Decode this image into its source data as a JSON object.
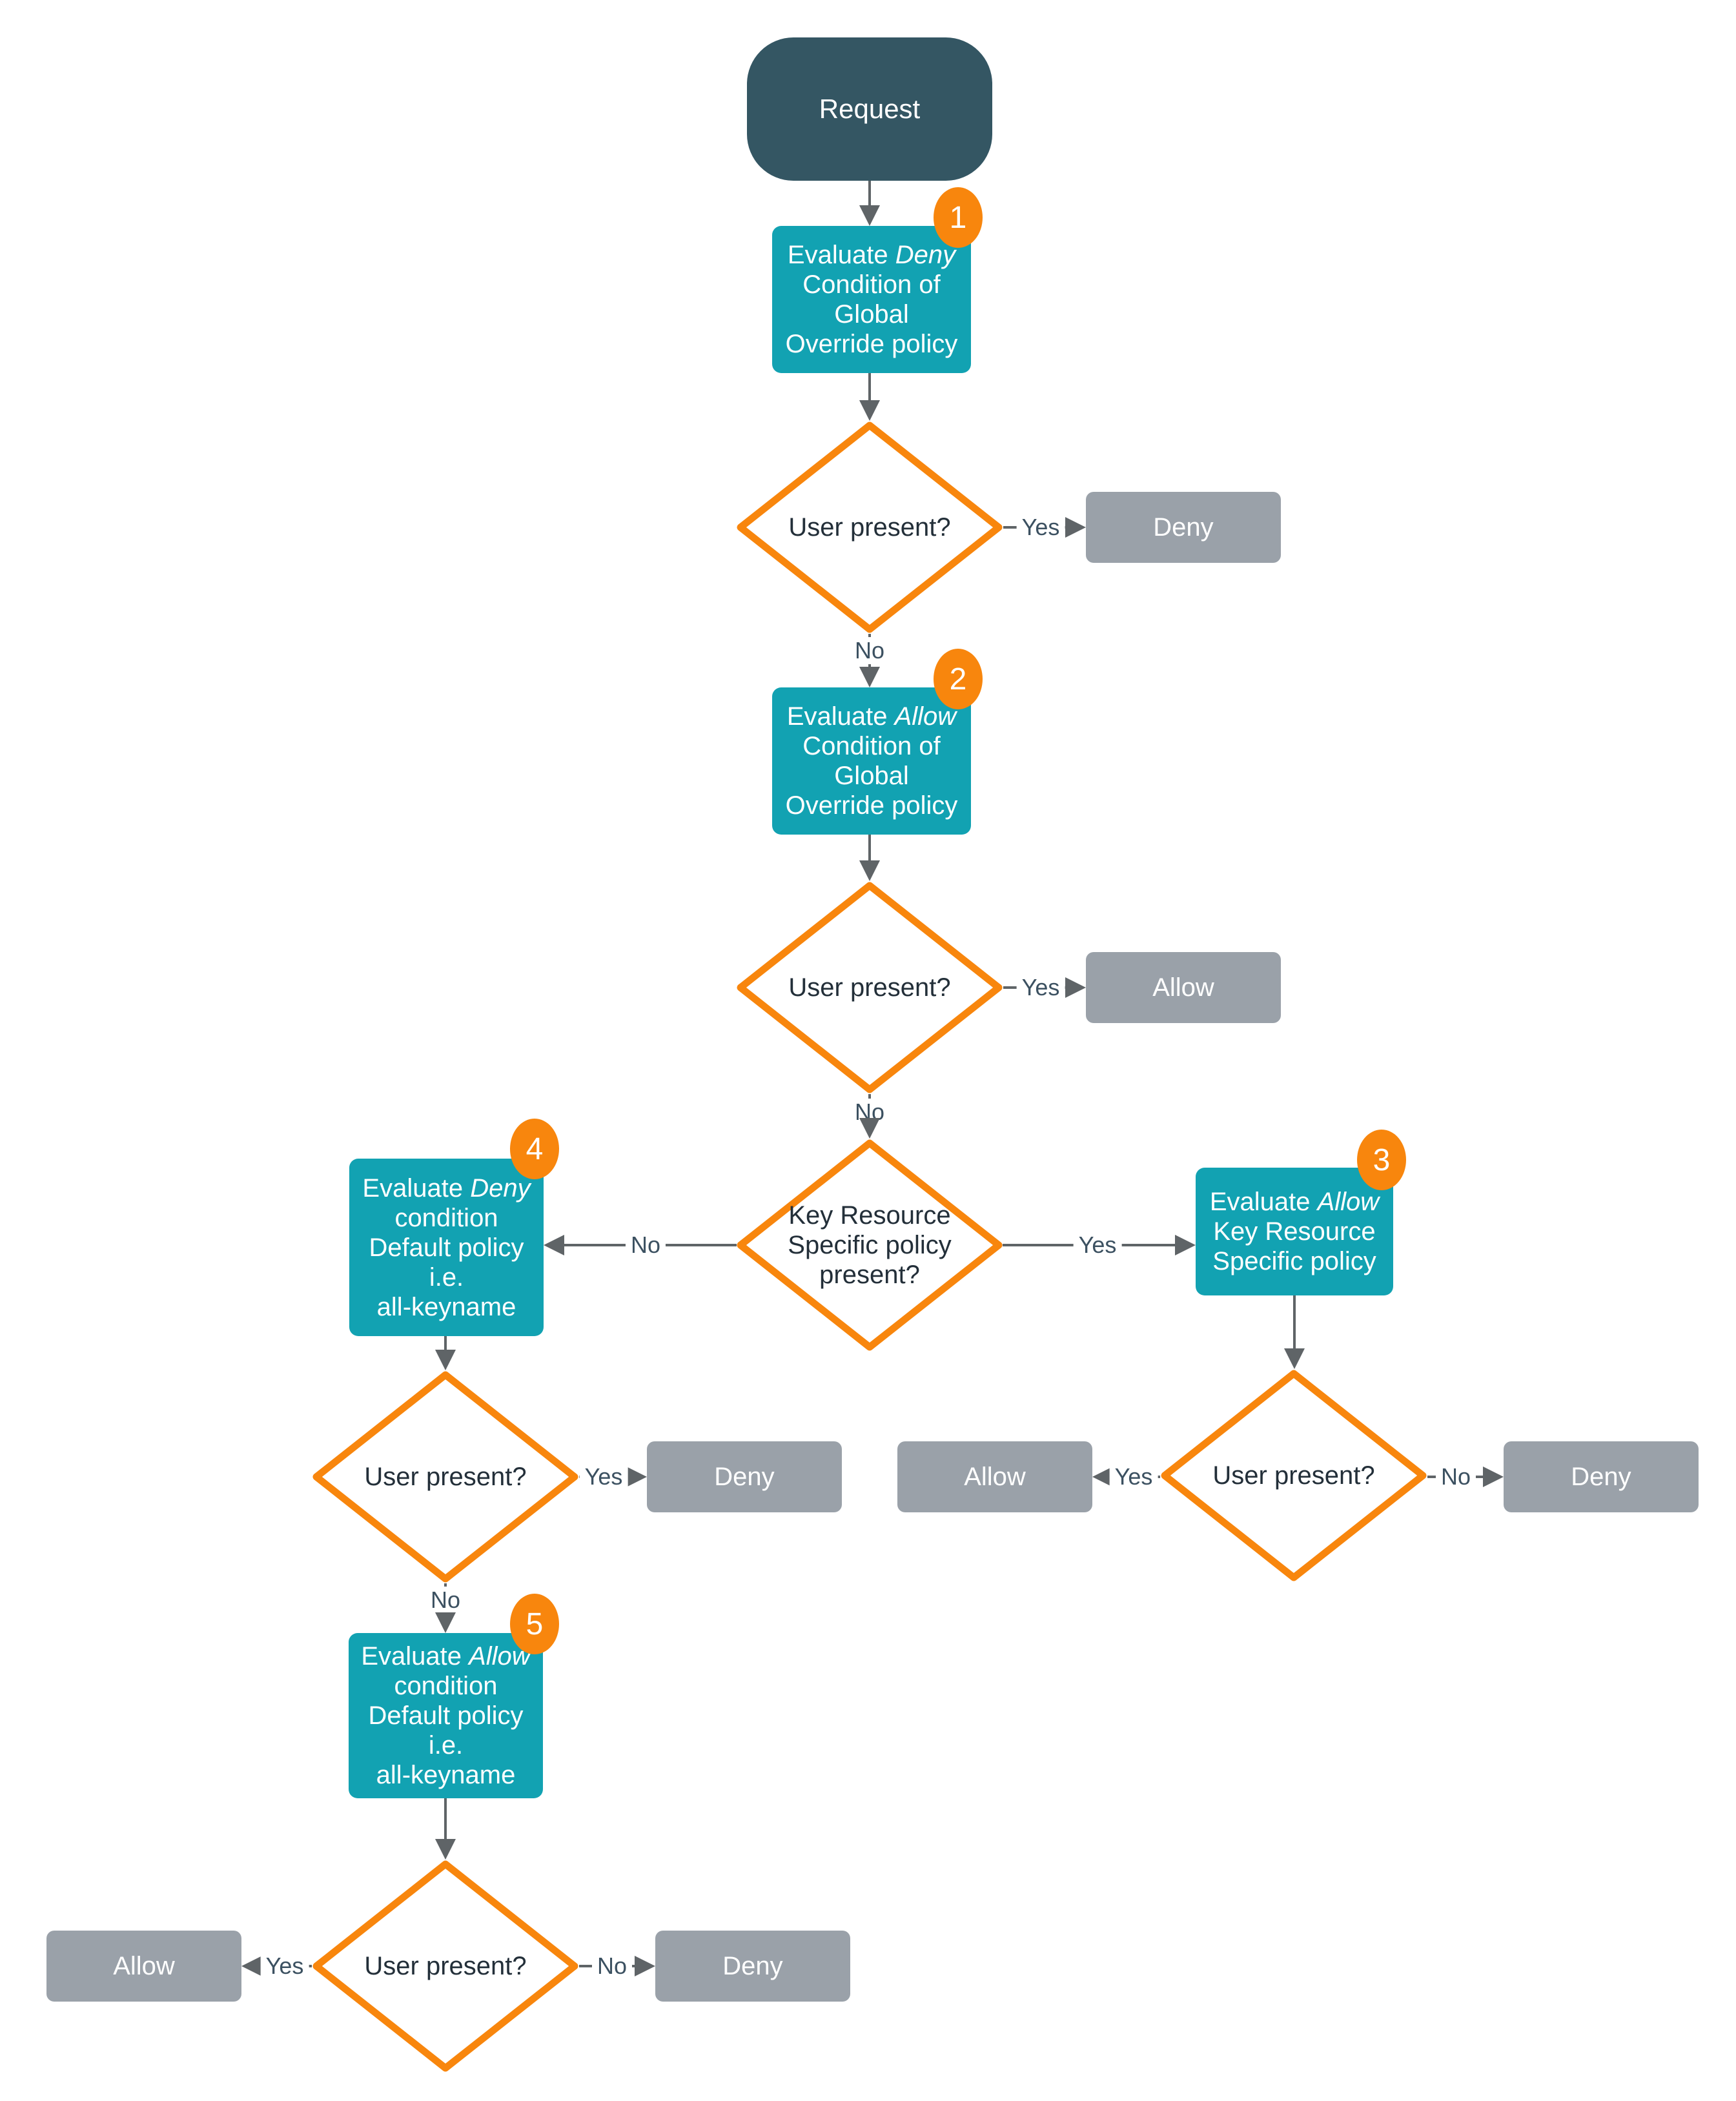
{
  "flowchart": {
    "start_label": "Request",
    "edge_labels": {
      "yes": "Yes",
      "no": "No"
    },
    "outcome_labels": {
      "deny": "Deny",
      "allow": "Allow"
    },
    "decision_labels": {
      "user_present": "User present?",
      "key_resource_line1": "Key Resource",
      "key_resource_line2": "Specific policy",
      "key_resource_line3": "present?"
    },
    "steps": {
      "s1": {
        "badge": "1",
        "prefix": "Evaluate ",
        "keyword": "Deny",
        "line2": "Condition of",
        "line3": "Global",
        "line4": "Override policy"
      },
      "s2": {
        "badge": "2",
        "prefix": "Evaluate ",
        "keyword": "Allow",
        "line2": "Condition of",
        "line3": "Global",
        "line4": "Override policy"
      },
      "s3": {
        "badge": "3",
        "prefix": "Evaluate ",
        "keyword": "Allow",
        "line2": "Key Resource",
        "line3": "Specific policy"
      },
      "s4": {
        "badge": "4",
        "prefix": "Evaluate ",
        "keyword": "Deny",
        "line2": "condition",
        "line3": "Default policy",
        "line4": "i.e.",
        "line5": "all-keyname"
      },
      "s5": {
        "badge": "5",
        "prefix": "Evaluate ",
        "keyword": "Allow",
        "line2": "condition",
        "line3": "Default policy",
        "line4": "i.e.",
        "line5": "all-keyname"
      }
    },
    "colors": {
      "start_fill": "#345663",
      "step_fill": "#12A2B2",
      "badge_fill": "#F8860D",
      "diamond_border": "#F8860D",
      "outcome_fill": "#9AA1A9",
      "connector": "#5F6467",
      "edge_label_text": "#3C5161",
      "decision_text": "#232F39"
    }
  }
}
